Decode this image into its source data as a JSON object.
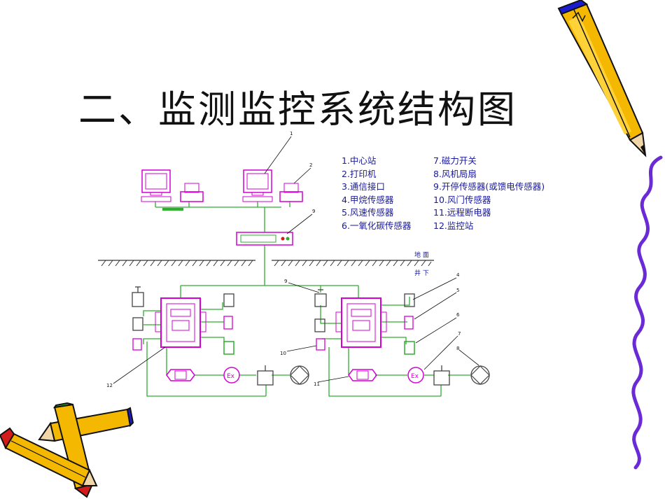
{
  "title": "二、监测监控系统结构图",
  "legend_left": [
    "1.中心站",
    "2.打印机",
    "3.通信接口",
    "4.甲烷传感器",
    "5.风速传感器",
    "6.一氧化碳传感器"
  ],
  "legend_right": [
    "7.磁力开关",
    "8.风机局扇",
    "9.开停传感器(或馈电传感器)",
    "10.风门传感器",
    "11.远程断电器",
    "12.监控站"
  ],
  "ground_labels": {
    "above": "地 面",
    "below": "井 下"
  },
  "callout_numbers": [
    "1",
    "2",
    "9",
    "9",
    "4",
    "5",
    "6",
    "7",
    "8",
    "10",
    "11",
    "12"
  ],
  "colors": {
    "wire": "#2fae2f",
    "device": "#d400d4",
    "legend_text": "#1a1a9a",
    "ground": "#333333",
    "pencil_body": "#f5b800",
    "pencil_tip": "#d21c1c",
    "squiggle": "#6a2bd6"
  }
}
